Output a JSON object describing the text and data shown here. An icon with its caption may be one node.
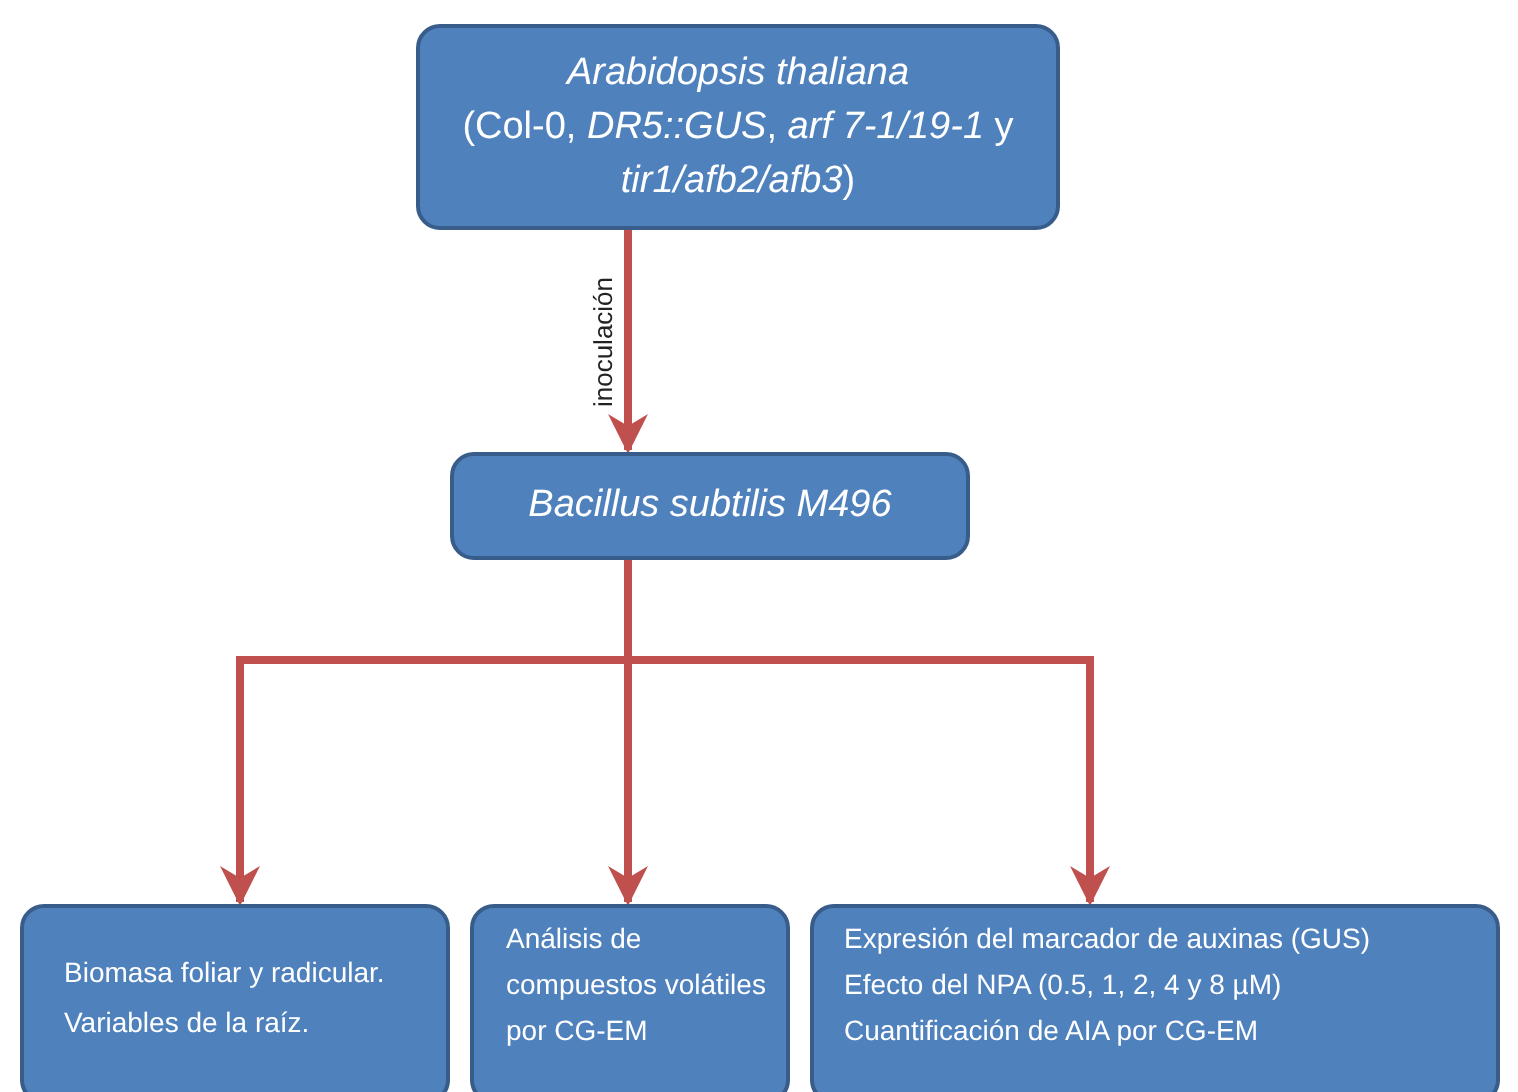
{
  "diagram": {
    "nodes": [
      {
        "text": [
          "Arabidopsis thaliana",
          "(Col-0, *DR5::GUS*, *arf 7-1/19-1* y *tir1/afb2/afb3*)"
        ]
      },
      {
        "text": [
          "Bacillus subtilis M496"
        ]
      },
      {
        "text": [
          "Biomasa foliar y radicular.",
          "Variables de la raíz."
        ]
      },
      {
        "text": [
          "Análisis de compuestos volátiles por CG-EM"
        ]
      },
      {
        "text": [
          "Expresión del marcador de auxinas (GUS)",
          "Efecto del NPA (0.5, 1, 2, 4 y 8 µM)",
          "Cuantificación de AIA por CG-EM"
        ]
      }
    ],
    "edges": [
      {
        "from": 0,
        "to": 1,
        "arrow": "to",
        "label": "inoculación"
      },
      {
        "from": 1,
        "to": 2,
        "arrow": "to"
      },
      {
        "from": 1,
        "to": 3,
        "arrow": "to"
      },
      {
        "from": 1,
        "to": 4,
        "arrow": "to"
      }
    ]
  }
}
